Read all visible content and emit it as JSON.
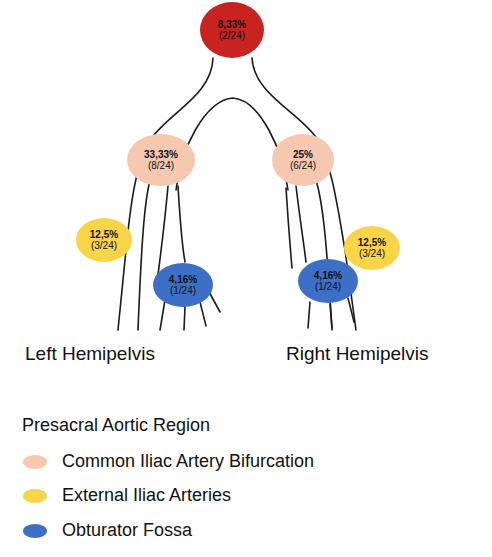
{
  "diagram": {
    "nodes": [
      {
        "text": [
          "8,33%",
          "(2/24)"
        ]
      },
      {
        "text": [
          "33,33%",
          "(8/24)"
        ]
      },
      {
        "text": [
          "25%",
          "(6/24)"
        ]
      },
      {
        "text": [
          "12,5%",
          "(3/24)"
        ]
      },
      {
        "text": [
          "12,5%",
          "(3/24)"
        ]
      },
      {
        "text": [
          "4,16%",
          "(1/24)"
        ]
      },
      {
        "text": [
          "4,16%",
          "(1/24)"
        ]
      }
    ],
    "labels": [
      "Left Hemipelvis",
      "Right Hemipelvis"
    ],
    "legend": [
      {
        "text": "Presacral Aortic Region"
      },
      {
        "text": "Common Iliac Artery Bifurcation",
        "color": "#f6c8b0"
      },
      {
        "text": "External Iliac Arteries",
        "color": "#f8d547"
      },
      {
        "text": "Obturator Fossa",
        "color": "#3d6fc6"
      }
    ]
  }
}
